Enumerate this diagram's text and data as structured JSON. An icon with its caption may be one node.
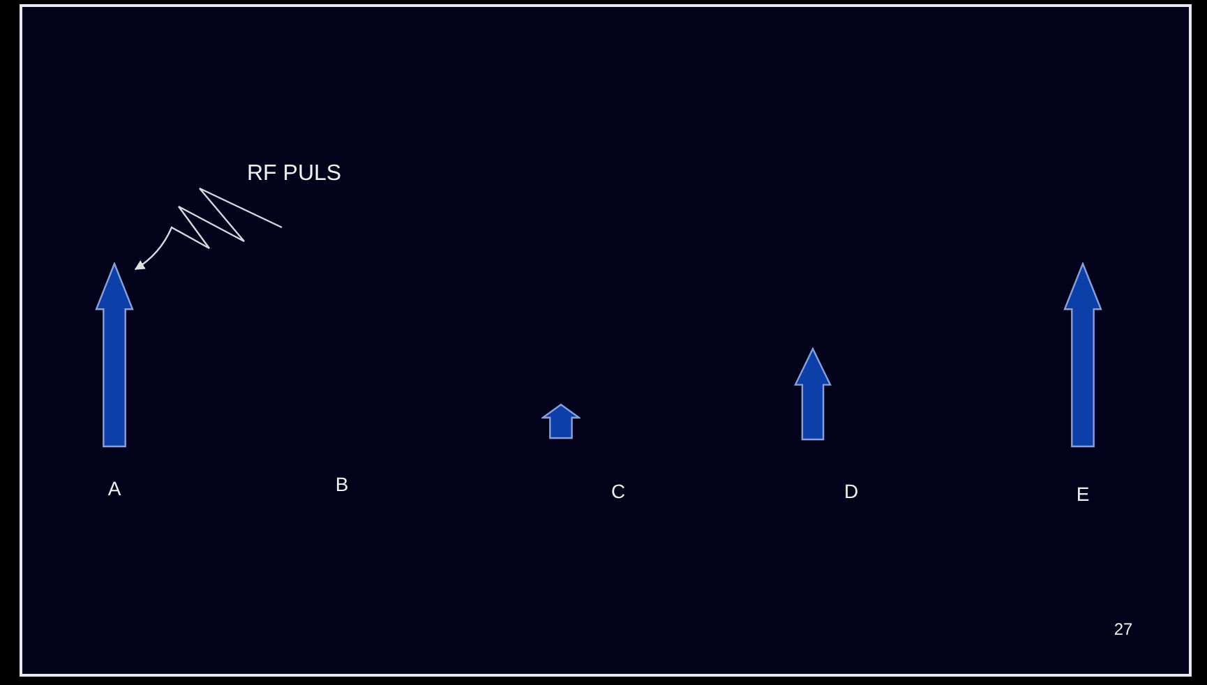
{
  "diagram": {
    "nodes": [
      {
        "text": [
          "RF PULS"
        ]
      },
      {
        "text": [],
        "shape": "arrow"
      },
      {
        "text": [],
        "shape": "arrow"
      },
      {
        "text": [],
        "shape": "arrow"
      },
      {
        "text": [],
        "shape": "arrow"
      }
    ],
    "edges": [
      {
        "from": 0,
        "to": 1,
        "arrow": "to"
      }
    ],
    "labels": [
      "A",
      "B",
      "C",
      "D",
      "E",
      "27"
    ]
  }
}
